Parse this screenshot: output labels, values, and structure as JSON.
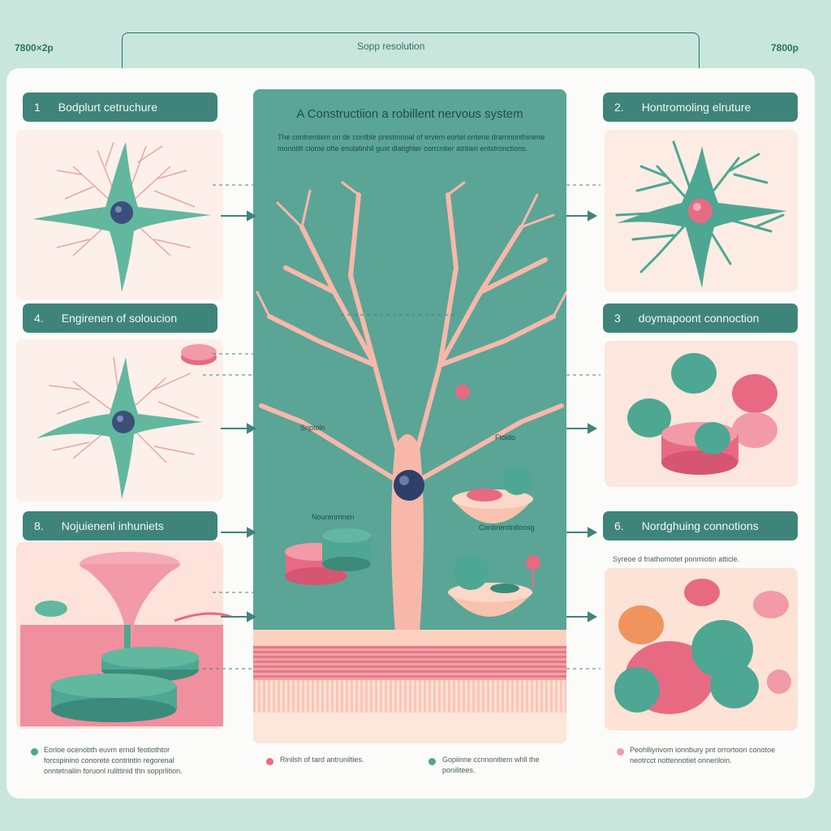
{
  "corners": {
    "left": "7800×2p",
    "right": "7800p"
  },
  "header_label": "Sopp resolution",
  "center": {
    "title": "A Constructiion a robillent nervous system",
    "description": "The contrentiem on dir contble prestmooal of ervem eortel ontene drarnnonthinene monotilt clome ofte enulatinhil gust dlatighter corrcntier atritien entstronctions.",
    "label_synapse": "Snptoln",
    "label_neurotransmitter": "Nourenrnnen",
    "label_bowl_top": "Ftoido",
    "label_bowl_bottom": "Conbremtntlonsg"
  },
  "steps": [
    {
      "id": "1",
      "num": "1",
      "label": "Bodplurt cetruchure"
    },
    {
      "id": "2",
      "num": "2.",
      "label": "Hontromoling elruture"
    },
    {
      "id": "3",
      "num": "3",
      "label": "doymapoont connoction"
    },
    {
      "id": "4",
      "num": "4.",
      "label": "Engirenen of soloucion"
    },
    {
      "id": "5",
      "num": "8.",
      "label": "Nojuienenl inhuniets"
    },
    {
      "id": "6",
      "num": "6.",
      "label": "Nordghuing connotions"
    }
  ],
  "step6_subtitle": "Syreoe d fnathomotet ponmiotin atticle.",
  "captions": {
    "bottom_left": "Eorloe ocenobth euvm ernol feotiothtor forcspinino conorete contrintin regorenal onntetnaliin foruonl rulittinid thn sopprlition.",
    "bottom_center_1": "Rinilsh of tard antrunilties.",
    "bottom_center_2": "Gopiinne ccnnonitiem whll the ponilitees.",
    "bottom_right": "Peohlliyrivom ionnbury pnt orrortoon conotoe neotrcct nottennotiet onneriloin."
  },
  "colors": {
    "teal": "#3f847a",
    "teal_light": "#5aa596",
    "pink": "#f3a79a",
    "rose": "#e86a82",
    "peach": "#fde6da",
    "background": "#c8e6dc"
  }
}
